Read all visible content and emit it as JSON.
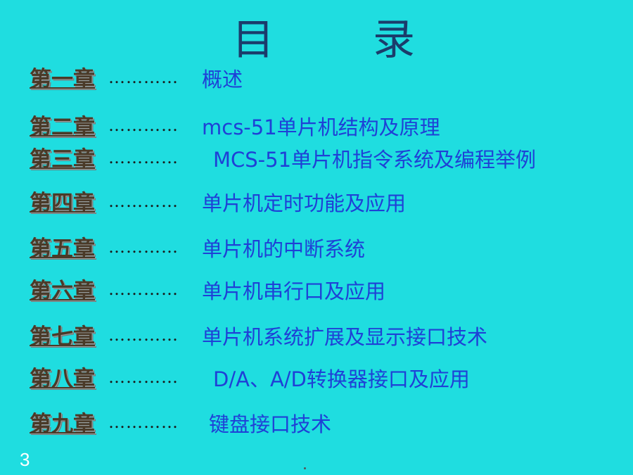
{
  "slide": {
    "title": "目　录",
    "page_number": "3",
    "toc": [
      {
        "chapter": "第一章",
        "leader": "…………",
        "topic": "概述"
      },
      {
        "chapter": "第二章",
        "leader": "…………",
        "topic": "mcs-51单片机结构及原理"
      },
      {
        "chapter": "第三章",
        "leader": "…………",
        "topic": "MCS-51单片机指令系统及编程举例"
      },
      {
        "chapter": "第四章",
        "leader": "…………",
        "topic": "单片机定时功能及应用"
      },
      {
        "chapter": "第五章",
        "leader": "…………",
        "topic": "单片机的中断系统"
      },
      {
        "chapter": "第六章",
        "leader": "…………",
        "topic": "单片机串行口及应用"
      },
      {
        "chapter": "第七章",
        "leader": "…………",
        "topic": "单片机系统扩展及显示接口技术"
      },
      {
        "chapter": "第八章",
        "leader": "…………",
        "topic": "D/A、A/D转换器接口及应用"
      },
      {
        "chapter": "第九章",
        "leader": "…………",
        "topic": "键盘接口技术"
      }
    ]
  }
}
